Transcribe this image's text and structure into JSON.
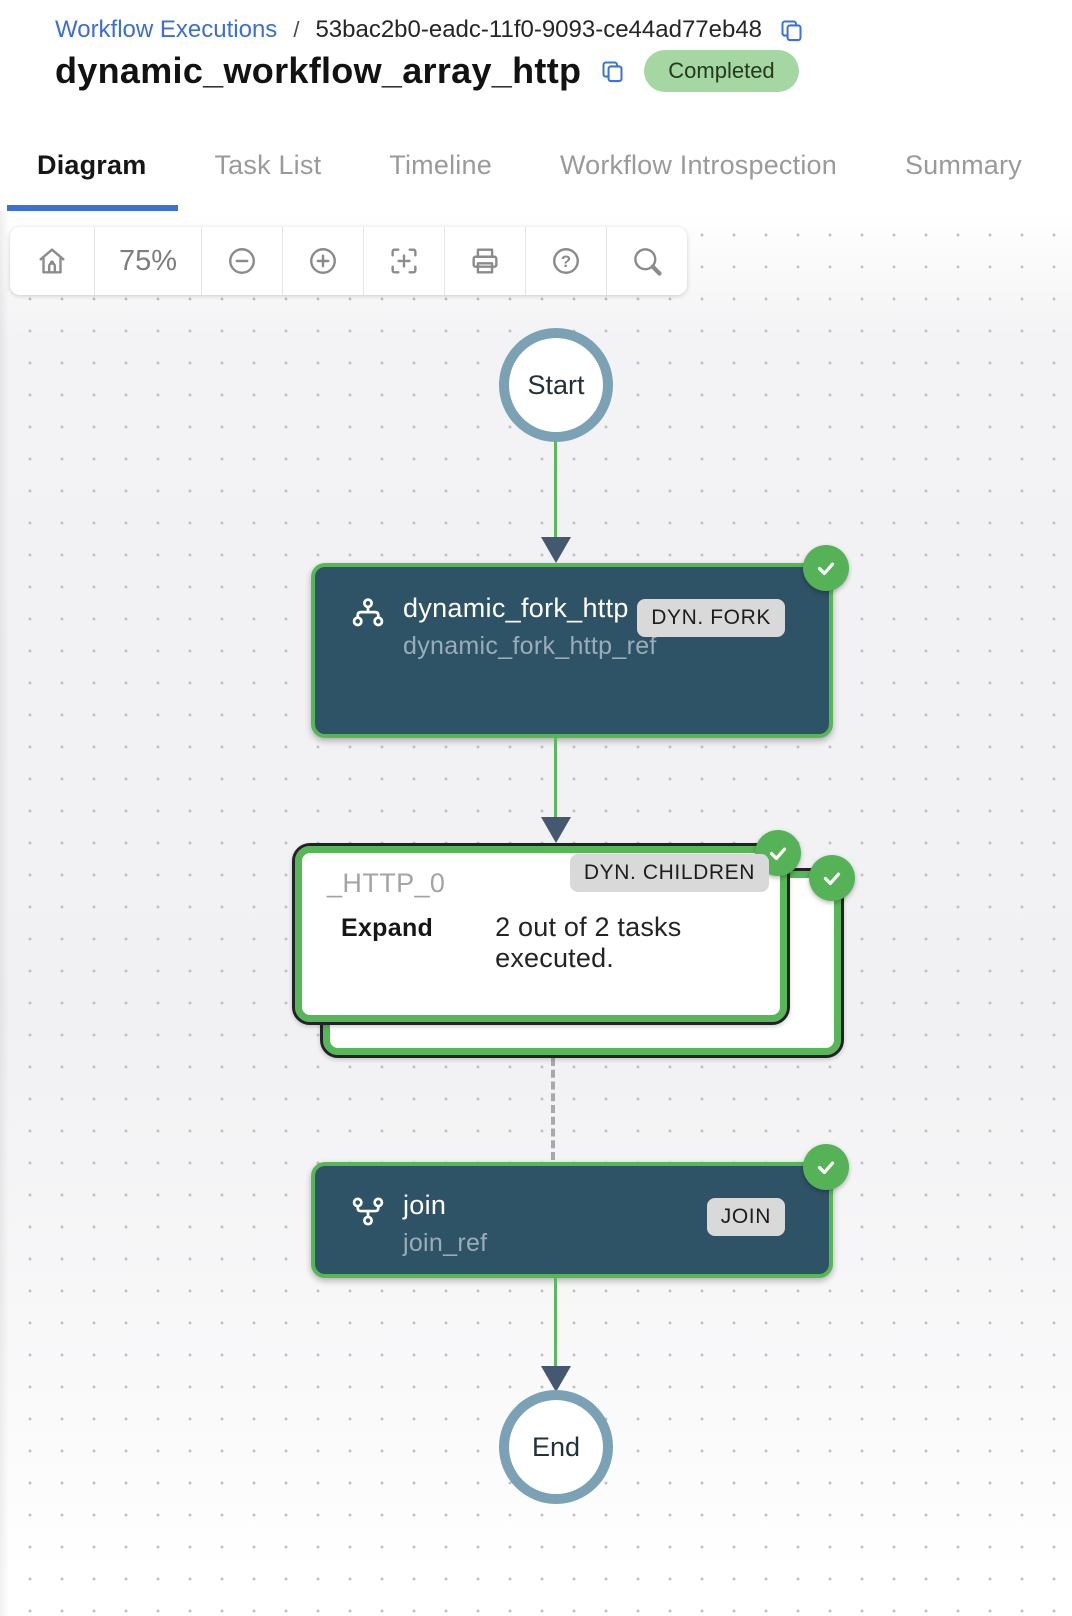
{
  "breadcrumb": {
    "workflow_executions": "Workflow Executions",
    "separator": "/",
    "execution_id": "53bac2b0-eadc-11f0-9093-ce44ad77eb48"
  },
  "header": {
    "title": "dynamic_workflow_array_http",
    "status_badge": "Completed"
  },
  "tabs": {
    "active": "Diagram",
    "items": [
      {
        "label": "Diagram"
      },
      {
        "label": "Task List"
      },
      {
        "label": "Timeline"
      },
      {
        "label": "Workflow Introspection"
      },
      {
        "label": "Summary"
      }
    ]
  },
  "toolbar": {
    "zoom_level": "75%",
    "help_glyph": "?",
    "buttons": [
      "home",
      "zoom-out",
      "zoom-in",
      "fit-to-screen",
      "print",
      "help",
      "search"
    ]
  },
  "diagram": {
    "start": {
      "label": "Start"
    },
    "fork": {
      "title": "dynamic_fork_http",
      "ref": "dynamic_fork_http_ref",
      "badge": "DYN. FORK",
      "status": "completed"
    },
    "children": {
      "title": "_HTTP_0",
      "expand_label": "Expand",
      "summary": "2 out of 2 tasks executed.",
      "badge": "DYN. CHILDREN",
      "status": "completed"
    },
    "join": {
      "title": "join",
      "ref": "join_ref",
      "badge": "JOIN",
      "status": "completed"
    },
    "end": {
      "label": "End"
    }
  },
  "colors": {
    "accent_blue": "#3c6fd6",
    "tab_underline": "#3d6fd8",
    "success_green": "#57b657",
    "status_badge_bg": "#a5d7a2",
    "node_teal": "#2e5366",
    "arrow_navy": "#44586f",
    "badge_gray": "#d9d9d9",
    "terminal_ring": "#7ba1b5"
  }
}
